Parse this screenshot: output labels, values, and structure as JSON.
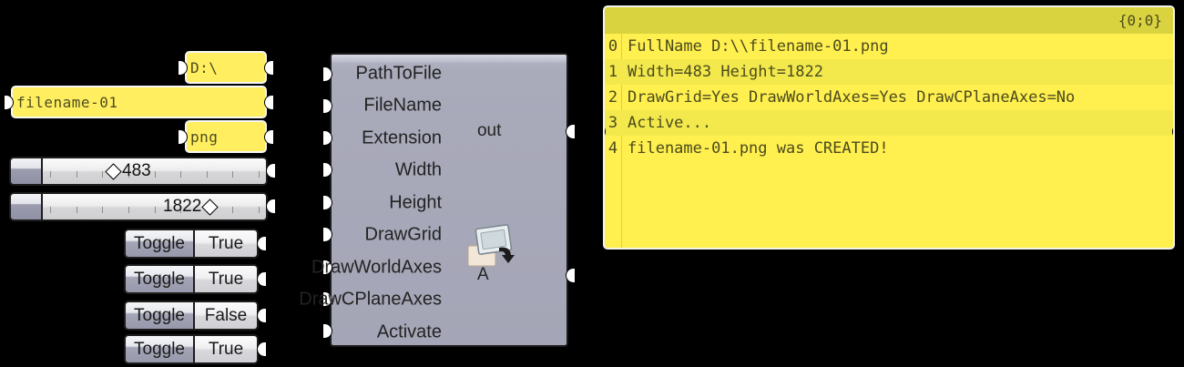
{
  "theme": {
    "canvas_bg": "#000000",
    "panel_yellow": "#ffef4f",
    "panel_header_olive": "#d9d33f",
    "node_violet_grey": "#a4a5b6",
    "text_dark": "#4b4b1e"
  },
  "params": {
    "path_panel": {
      "value": "D:\\"
    },
    "filename_panel": {
      "value": "filename-01"
    },
    "extension_panel": {
      "value": "png"
    },
    "sliders": [
      {
        "name": "width-slider",
        "value": "483",
        "handle_pct": 23,
        "tick_count": 8
      },
      {
        "name": "height-slider",
        "value": "1822",
        "handle_pct": 62,
        "tick_count": 8
      }
    ],
    "toggles": [
      {
        "name": "drawgrid-toggle",
        "label": "Toggle",
        "value": "True"
      },
      {
        "name": "drawworldaxes-toggle",
        "label": "Toggle",
        "value": "True"
      },
      {
        "name": "drawcplaneaxes-toggle",
        "label": "Toggle",
        "value": "False"
      },
      {
        "name": "activate-toggle",
        "label": "Toggle",
        "value": "True"
      }
    ]
  },
  "component": {
    "name": "export-viewport-component",
    "icon": "export-image-icon",
    "inputs": [
      {
        "label": "PathToFile"
      },
      {
        "label": "FileName"
      },
      {
        "label": "Extension"
      },
      {
        "label": "Width"
      },
      {
        "label": "Height"
      },
      {
        "label": "DrawGrid"
      },
      {
        "label": "DrawWorldAxes"
      },
      {
        "label": "DrawCPlaneAxes"
      },
      {
        "label": "Activate"
      }
    ],
    "outputs": [
      {
        "label": "out"
      },
      {
        "label": "A"
      }
    ]
  },
  "output_panel": {
    "name": "output-text-panel",
    "path_label": "{0;0}",
    "rows": [
      {
        "index": "0",
        "text": "FullName D:\\\\filename-01.png"
      },
      {
        "index": "1",
        "text": "Width=483 Height=1822"
      },
      {
        "index": "2",
        "text": "DrawGrid=Yes DrawWorldAxes=Yes DrawCPlaneAxes=No"
      },
      {
        "index": "3",
        "text": "Active..."
      },
      {
        "index": "4",
        "text": "filename-01.png was CREATED!"
      }
    ]
  }
}
